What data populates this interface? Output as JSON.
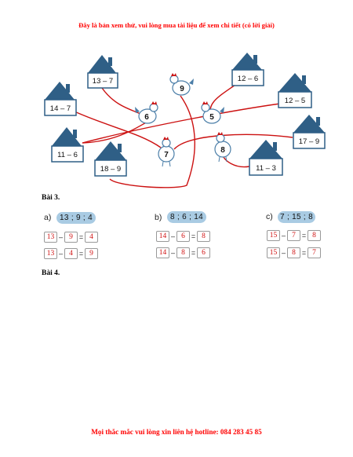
{
  "banner_top": "Đây là bản xem thử, vui lòng mua tài liệu để xem chi tiết (có lời giải)",
  "banner_bottom": "Mọi thắc mắc vui lòng xin liên hệ hotline: 084 283 45 85",
  "houses": [
    "13 – 7",
    "12 – 6",
    "14 – 7",
    "12 – 5",
    "11 – 6",
    "17 – 9",
    "18 – 9",
    "11 – 3"
  ],
  "chickens": [
    "9",
    "6",
    "5",
    "7",
    "8"
  ],
  "bai3": "Bài 3",
  "bai4": "Bài 4",
  "groups": [
    {
      "label": "a)",
      "set": "13 ; 9 ; 4",
      "rows": [
        [
          "13",
          "–",
          "9",
          "=",
          "4"
        ],
        [
          "13",
          "–",
          "4",
          "=",
          "9"
        ]
      ]
    },
    {
      "label": "b)",
      "set": "8 ; 6 ; 14",
      "rows": [
        [
          "14",
          "–",
          "6",
          "=",
          "8"
        ],
        [
          "14",
          "–",
          "8",
          "=",
          "6"
        ]
      ]
    },
    {
      "label": "c)",
      "set": "7 ; 15 ; 8",
      "rows": [
        [
          "15",
          "–",
          "7",
          "=",
          "8"
        ],
        [
          "15",
          "–",
          "8",
          "=",
          "7"
        ]
      ]
    }
  ],
  "colors": {
    "banner": "#ff0000",
    "answer": "#d01010",
    "house_roof": "#2f5f86",
    "pill": "#a9cbe3",
    "line": "#cc1111"
  }
}
